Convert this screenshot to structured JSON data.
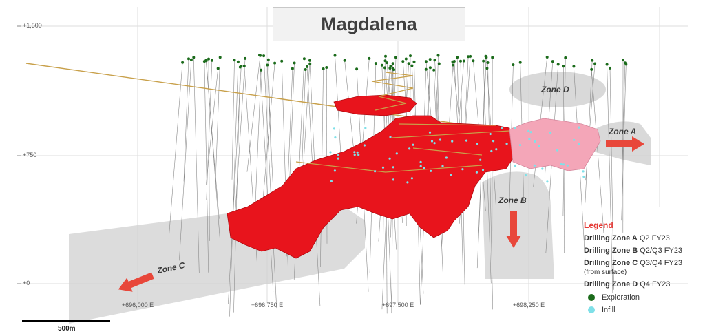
{
  "title": "Magdalena",
  "elevations": [
    "+1,500",
    "+750",
    "+0"
  ],
  "eastings": [
    "+696,000 E",
    "+696,750 E",
    "+697,500 E",
    "+698,250 E"
  ],
  "zones": {
    "a": "Zone A",
    "b": "Zone B",
    "c": "Zone C",
    "d": "Zone D"
  },
  "scale": {
    "label": "500m"
  },
  "legend": {
    "title": "Legend",
    "items": [
      {
        "zone": "Drilling Zone A",
        "period": "Q2 FY23",
        "note": ""
      },
      {
        "zone": "Drilling Zone B",
        "period": "Q2/Q3 FY23",
        "note": ""
      },
      {
        "zone": "Drilling Zone C",
        "period": "Q3/Q4 FY23",
        "note": "(from surface)"
      },
      {
        "zone": "Drilling Zone D",
        "period": "Q4 FY23",
        "note": ""
      }
    ],
    "exploration": "Exploration",
    "infill": "Infill"
  },
  "colors": {
    "ore_body": "#e8141c",
    "ore_body_pink": "#f4a6b8",
    "exploration_dot": "#1b6b1b",
    "infill_dot": "#7fe0e8",
    "arrow": "#e8473a",
    "zone_shade": "#d0d0d0"
  }
}
